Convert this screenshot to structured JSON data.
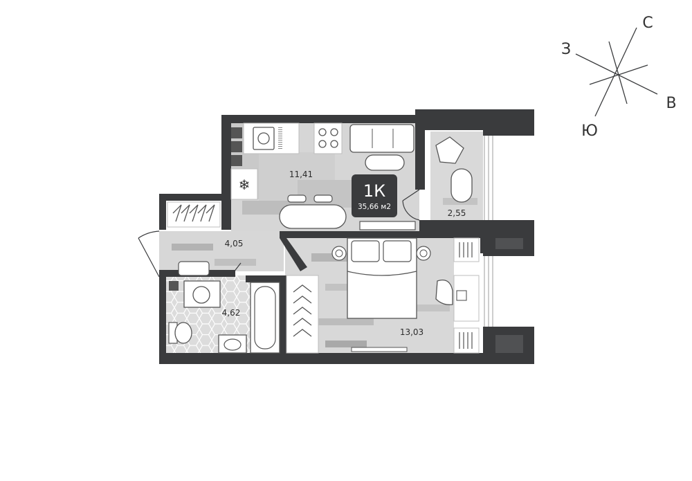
{
  "unit": {
    "type_label": "1К",
    "total_area": "35,66 м2"
  },
  "rooms": [
    {
      "id": "kitchen-living",
      "area": "11,41"
    },
    {
      "id": "hallway",
      "area": "4,05"
    },
    {
      "id": "bathroom",
      "area": "4,62"
    },
    {
      "id": "bedroom",
      "area": "13,03"
    },
    {
      "id": "balcony",
      "area": "2,55"
    }
  ],
  "compass": {
    "north": "С",
    "east": "В",
    "south": "Ю",
    "west": "З"
  },
  "colors": {
    "wall": "#3a3b3d",
    "floor_light": "#d9d9d9",
    "floor_mid": "#bdbdbd",
    "floor_dark": "#8f8f8f",
    "furniture": "#ffffff",
    "badge": "#3a3b3d"
  }
}
